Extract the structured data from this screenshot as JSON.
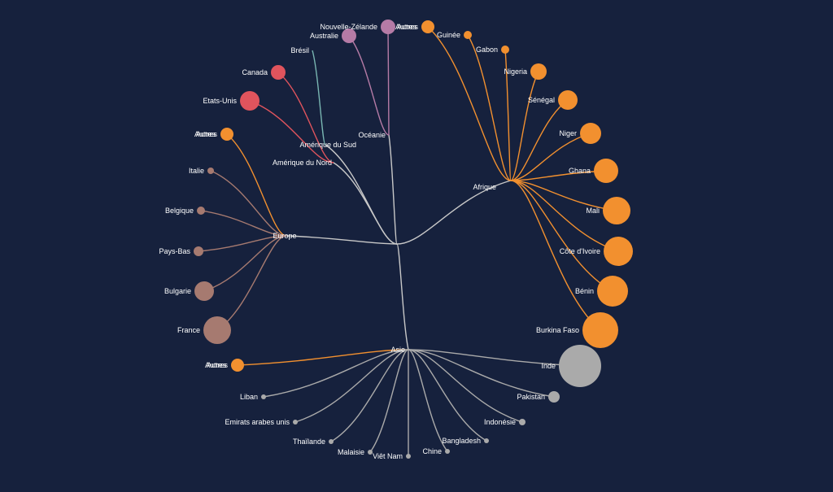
{
  "colors": {
    "background": "#16213d",
    "trunk": "#c8c8c8",
    "europe": "#a67a70",
    "afrique": "#f2902f",
    "amerique_nord": "#e0545d",
    "amerique_sud": "#79b6b2",
    "oceanie": "#b57ba6",
    "asie": "#aaaaaa",
    "autres": "#f2902f"
  },
  "root": {
    "name": ""
  },
  "groups": [
    {
      "id": "europe",
      "label": "Europe",
      "children": [
        {
          "id": "autres-europe",
          "label": "Autres",
          "overlap_label": "Autres"
        },
        {
          "id": "italie",
          "label": "Italie"
        },
        {
          "id": "belgique",
          "label": "Belgique"
        },
        {
          "id": "pays-bas",
          "label": "Pays-Bas"
        },
        {
          "id": "bulgarie",
          "label": "Bulgarie"
        },
        {
          "id": "france",
          "label": "France"
        }
      ]
    },
    {
      "id": "amerique-nord",
      "label": "Amérique du Nord",
      "children": [
        {
          "id": "canada",
          "label": "Canada"
        },
        {
          "id": "etats-unis",
          "label": "Etats-Unis"
        }
      ]
    },
    {
      "id": "amerique-sud",
      "label": "Amérique du Sud",
      "children": [
        {
          "id": "bresil",
          "label": "Brésil"
        }
      ]
    },
    {
      "id": "oceanie",
      "label": "Océanie",
      "children": [
        {
          "id": "nz",
          "label": "Nouvelle-Zélande"
        },
        {
          "id": "australie",
          "label": "Australie"
        }
      ]
    },
    {
      "id": "afrique",
      "label": "Afrique",
      "children": [
        {
          "id": "autres-afrique",
          "label": "Autres",
          "overlap_label": "Autres"
        },
        {
          "id": "guinee",
          "label": "Guinée"
        },
        {
          "id": "gabon",
          "label": "Gabon"
        },
        {
          "id": "nigeria",
          "label": "Nigeria"
        },
        {
          "id": "senegal",
          "label": "Sénégal"
        },
        {
          "id": "niger",
          "label": "Niger"
        },
        {
          "id": "ghana",
          "label": "Ghana"
        },
        {
          "id": "mali",
          "label": "Mali"
        },
        {
          "id": "cote-ivoire",
          "label": "Côte d'Ivoire"
        },
        {
          "id": "benin",
          "label": "Bénin"
        },
        {
          "id": "burkina",
          "label": "Burkina Faso"
        }
      ]
    },
    {
      "id": "asie",
      "label": "Asie",
      "children": [
        {
          "id": "autres-asie",
          "label": "Autres",
          "overlap_label": "Autres"
        },
        {
          "id": "inde",
          "label": "Inde"
        },
        {
          "id": "pakistan",
          "label": "Pakistan"
        },
        {
          "id": "indonesie",
          "label": "Indonésie"
        },
        {
          "id": "bangladesh",
          "label": "Bangladesh"
        },
        {
          "id": "chine",
          "label": "Chine"
        },
        {
          "id": "vietnam",
          "label": "Viêt Nam"
        },
        {
          "id": "malaisie",
          "label": "Malaisie"
        },
        {
          "id": "thailande",
          "label": "Thaïlande"
        },
        {
          "id": "emirats",
          "label": "Emirats arabes unis"
        },
        {
          "id": "liban",
          "label": "Liban"
        }
      ]
    }
  ]
}
